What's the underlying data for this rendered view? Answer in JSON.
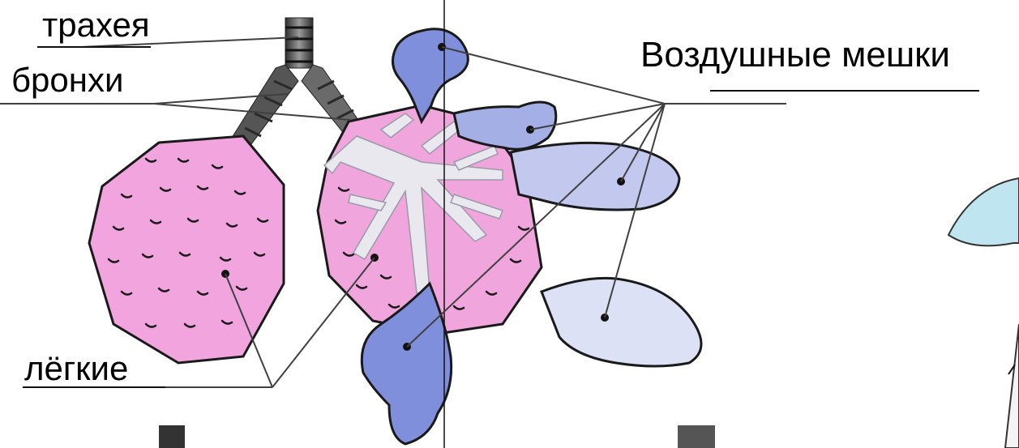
{
  "labels": {
    "trachea": "трахея",
    "bronchi": "бронхи",
    "air_sacs": "Воздушные мешки",
    "lungs": "лёгкие"
  },
  "colors": {
    "lung_fill": "#f0a6dc",
    "lung_left_fill": "#f2a4de",
    "air_sac_dark": "#7f8fdc",
    "air_sac_mid": "#a4afe6",
    "air_sac_light": "#dde1f6",
    "bronchial_tree": "#e8e8ee",
    "trachea_ring_dark": "#3a3a3a",
    "trachea_ring_light": "#8a8a8a",
    "leader_line": "#404040",
    "outline": "#1a1a1a",
    "right_fragment": "#bfe6f0"
  }
}
